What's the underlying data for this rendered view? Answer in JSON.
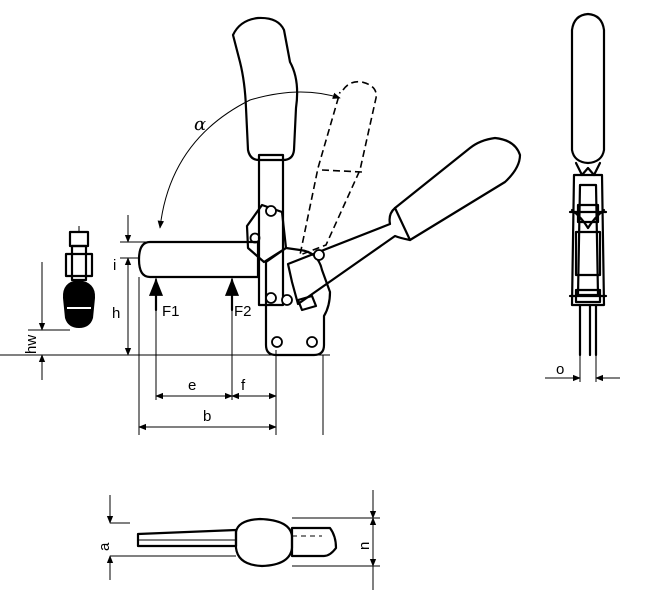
{
  "dimensions": {
    "alpha": "α",
    "i": "i",
    "h": "h",
    "hw": "hw",
    "F1": "F1",
    "F2": "F2",
    "e": "e",
    "f": "f",
    "b": "b",
    "o": "o",
    "a": "a",
    "n": "n"
  }
}
